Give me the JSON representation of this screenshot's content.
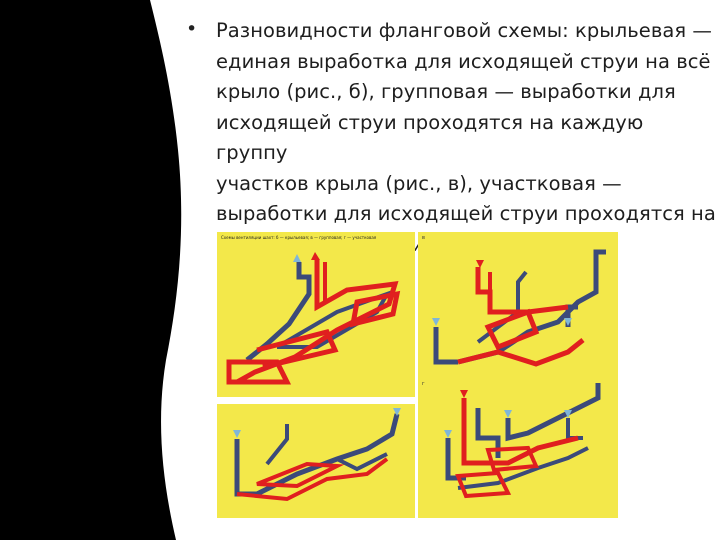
{
  "slide": {
    "bullet_glyph": "•",
    "text": "Разновидности фланговой схемы: крыльевая —\nединая выработка для исходящей струи на всё\nкрыло (рис., б), групповая — выработки для\nисходящей струи проходятся на каждую группу\nучастков крыла (рис., в), участковая —\nвыработки для исходящей струи проходятся на\nкаждом участке (рис., г)."
  },
  "colors": {
    "panel_bg": "#f3e84a",
    "fresh_air": "#3b4a7a",
    "exhaust_air": "#e01f1f",
    "arrow_fresh": "#7fb6d8",
    "left_band": "#000000"
  },
  "figure": {
    "panels": [
      {
        "id": "b",
        "caption": "Схемы вентиляции шахт: б — крыльевая; в — групповая; г — участковая"
      },
      {
        "id": "v",
        "caption": ""
      },
      {
        "id": "g_left",
        "caption": ""
      },
      {
        "id": "g_right",
        "caption": ""
      }
    ]
  }
}
